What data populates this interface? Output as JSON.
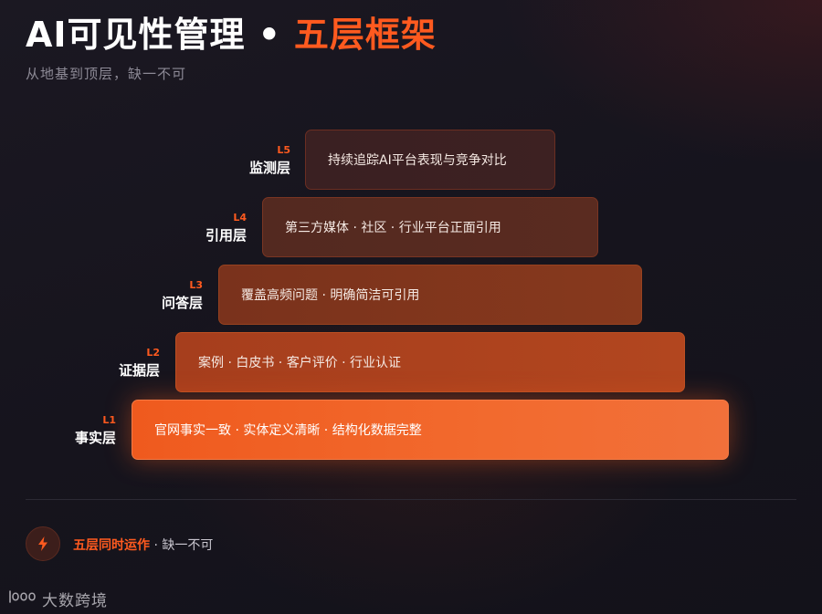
{
  "header": {
    "title_main": "AI可见性管理",
    "title_separator": "•",
    "title_accent": "五层框架",
    "subtitle": "从地基到顶层，缺一不可"
  },
  "layers": [
    {
      "code": "L5",
      "name": "监测层",
      "description": "持续追踪AI平台表现与竞争对比"
    },
    {
      "code": "L4",
      "name": "引用层",
      "description": "第三方媒体 · 社区 · 行业平台正面引用"
    },
    {
      "code": "L3",
      "name": "问答层",
      "description": "覆盖高频问题 · 明确简洁可引用"
    },
    {
      "code": "L2",
      "name": "证据层",
      "description": "案例 · 白皮书 · 客户评价 · 行业认证"
    },
    {
      "code": "L1",
      "name": "事实层",
      "description": "官网事实一致 · 实体定义清晰 · 结构化数据完整"
    }
  ],
  "footer": {
    "icon": "lightning-icon",
    "strong_text": "五层同时运作",
    "rest_text": " · 缺一不可"
  },
  "watermark": {
    "icon": "brand-logo-icon",
    "text": "大数跨境"
  },
  "colors": {
    "accent": "#ff5a1f",
    "background": "#16141d"
  }
}
